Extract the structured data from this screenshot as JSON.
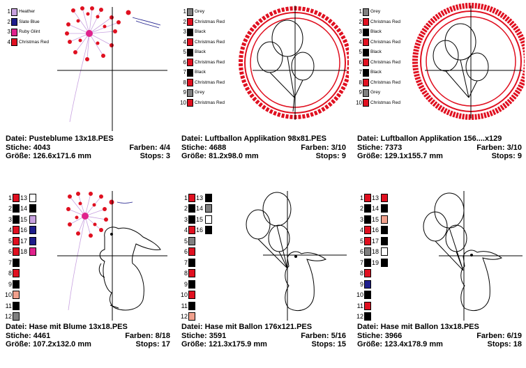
{
  "cells": [
    {
      "legend": [
        {
          "n": "1",
          "color": "#c8a2e0",
          "name": "Heather"
        },
        {
          "n": "2",
          "color": "#1e1e8c",
          "name": "Slate Blue"
        },
        {
          "n": "3",
          "color": "#e0228c",
          "name": "Ruby Glint"
        },
        {
          "n": "4",
          "color": "#e01020",
          "name": "Christmas Red"
        }
      ],
      "datei": "Datei: Pusteblume 13x18.PES",
      "stiche": "Stiche: 4043",
      "farben": "Farben: 4/4",
      "groesse": "Größe: 126.6x171.6 mm",
      "stops": "Stops: 3"
    },
    {
      "legend": [
        {
          "n": "1",
          "color": "#808080",
          "name": "Grey"
        },
        {
          "n": "2",
          "color": "#e01020",
          "name": "Christmas Red"
        },
        {
          "n": "3",
          "color": "#000000",
          "name": "Black"
        },
        {
          "n": "4",
          "color": "#e01020",
          "name": "Christmas Red"
        },
        {
          "n": "5",
          "color": "#000000",
          "name": "Black"
        },
        {
          "n": "6",
          "color": "#e01020",
          "name": "Christmas Red"
        },
        {
          "n": "7",
          "color": "#000000",
          "name": "Black"
        },
        {
          "n": "8",
          "color": "#e01020",
          "name": "Christmas Red"
        },
        {
          "n": "9",
          "color": "#808080",
          "name": "Grey"
        },
        {
          "n": "10",
          "color": "#e01020",
          "name": "Christmas Red"
        }
      ],
      "datei": "Datei: Luftballon Applikation 98x81.PES",
      "stiche": "Stiche: 4688",
      "farben": "Farben: 3/10",
      "groesse": "Größe: 81.2x98.0 mm",
      "stops": "Stops: 9"
    },
    {
      "legend": [
        {
          "n": "1",
          "color": "#808080",
          "name": "Grey"
        },
        {
          "n": "2",
          "color": "#e01020",
          "name": "Christmas Red"
        },
        {
          "n": "3",
          "color": "#000000",
          "name": "Black"
        },
        {
          "n": "4",
          "color": "#e01020",
          "name": "Christmas Red"
        },
        {
          "n": "5",
          "color": "#000000",
          "name": "Black"
        },
        {
          "n": "6",
          "color": "#e01020",
          "name": "Christmas Red"
        },
        {
          "n": "7",
          "color": "#000000",
          "name": "Black"
        },
        {
          "n": "8",
          "color": "#e01020",
          "name": "Christmas Red"
        },
        {
          "n": "9",
          "color": "#808080",
          "name": "Grey"
        },
        {
          "n": "10",
          "color": "#e01020",
          "name": "Christmas Red"
        }
      ],
      "datei": "Datei: Luftballon Applikation 156....x129",
      "stiche": "Stiche: 7373",
      "farben": "Farben: 3/10",
      "groesse": "Größe: 129.1x155.7 mm",
      "stops": "Stops: 9"
    },
    {
      "legend": [
        {
          "n": "1",
          "color": "#e01020",
          "n2": "13",
          "color2": "#ffffff"
        },
        {
          "n": "2",
          "color": "#000000",
          "n2": "14",
          "color2": "#000000"
        },
        {
          "n": "3",
          "color": "#000000",
          "n2": "15",
          "color2": "#c8a2e0"
        },
        {
          "n": "4",
          "color": "#e01020",
          "n2": "16",
          "color2": "#1e1e8c"
        },
        {
          "n": "5",
          "color": "#e01020",
          "n2": "17",
          "color2": "#1e1e8c"
        },
        {
          "n": "6",
          "color": "#e01020",
          "n2": "18",
          "color2": "#e0228c"
        },
        {
          "n": "7",
          "color": "#000000"
        },
        {
          "n": "8",
          "color": "#e01020"
        },
        {
          "n": "9",
          "color": "#000000"
        },
        {
          "n": "10",
          "color": "#f0a08c"
        },
        {
          "n": "11",
          "color": "#000000"
        },
        {
          "n": "12",
          "color": "#808080"
        }
      ],
      "datei": "Datei: Hase mit Blume 13x18.PES",
      "stiche": "Stiche: 4461",
      "farben": "Farben: 8/18",
      "groesse": "Größe: 107.2x132.0 mm",
      "stops": "Stops: 17"
    },
    {
      "legend": [
        {
          "n": "1",
          "color": "#e01020",
          "n2": "13",
          "color2": "#000000"
        },
        {
          "n": "2",
          "color": "#000000",
          "n2": "14",
          "color2": "#808080"
        },
        {
          "n": "3",
          "color": "#000000",
          "n2": "15",
          "color2": "#ffffff"
        },
        {
          "n": "4",
          "color": "#e01020",
          "n2": "16",
          "color2": "#000000"
        },
        {
          "n": "5",
          "color": "#808080"
        },
        {
          "n": "6",
          "color": "#e01020"
        },
        {
          "n": "7",
          "color": "#000000"
        },
        {
          "n": "8",
          "color": "#e01020"
        },
        {
          "n": "9",
          "color": "#000000"
        },
        {
          "n": "10",
          "color": "#e01020"
        },
        {
          "n": "11",
          "color": "#000000"
        },
        {
          "n": "12",
          "color": "#f0a08c"
        }
      ],
      "datei": "Datei: Hase mit Ballon 176x121.PES",
      "stiche": "Stiche: 3591",
      "farben": "Farben: 5/16",
      "groesse": "Größe: 121.3x175.9 mm",
      "stops": "Stops: 15"
    },
    {
      "legend": [
        {
          "n": "1",
          "color": "#e01020",
          "n2": "13",
          "color2": "#e01020"
        },
        {
          "n": "2",
          "color": "#000000",
          "n2": "14",
          "color2": "#000000"
        },
        {
          "n": "3",
          "color": "#000000",
          "n2": "15",
          "color2": "#f0a08c"
        },
        {
          "n": "4",
          "color": "#e01020",
          "n2": "16",
          "color2": "#000000"
        },
        {
          "n": "5",
          "color": "#e01020",
          "n2": "17",
          "color2": "#000000"
        },
        {
          "n": "6",
          "color": "#808080",
          "n2": "18",
          "color2": "#ffffff"
        },
        {
          "n": "7",
          "color": "#000000",
          "n2": "19",
          "color2": "#000000"
        },
        {
          "n": "8",
          "color": "#e01020"
        },
        {
          "n": "9",
          "color": "#1e1e8c"
        },
        {
          "n": "10",
          "color": "#000000"
        },
        {
          "n": "11",
          "color": "#e01020"
        },
        {
          "n": "12",
          "color": "#000000"
        }
      ],
      "datei": "Datei: Hase mit Ballon 13x18.PES",
      "stiche": "Stiche: 3966",
      "farben": "Farben: 6/19",
      "groesse": "Größe: 123.4x178.9 mm",
      "stops": "Stops: 18"
    }
  ]
}
